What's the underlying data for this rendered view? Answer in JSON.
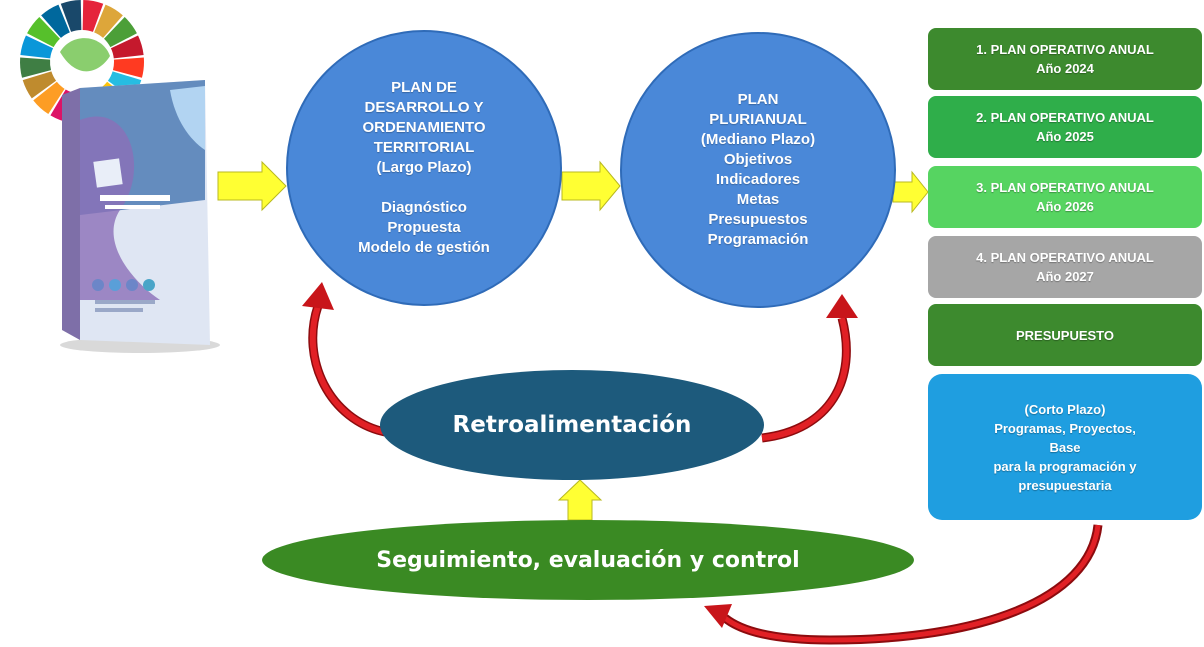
{
  "circle_left": {
    "lines": [
      "PLAN DE",
      "DESARROLLO Y",
      "ORDENAMIENTO",
      "TERRITORIAL",
      "(Largo Plazo)",
      "",
      "Diagnóstico",
      "Propuesta",
      "Modelo de gestión"
    ]
  },
  "circle_middle": {
    "lines": [
      "PLAN",
      "PLURIANUAL",
      "(Mediano Plazo)",
      "Objetivos",
      "Indicadores",
      "Metas",
      "Presupuestos",
      "Programación"
    ]
  },
  "right_boxes": [
    {
      "line1": "1. PLAN OPERATIVO ANUAL",
      "line2": "Año 2024",
      "color": "#3d8a2e"
    },
    {
      "line1": "2. PLAN OPERATIVO ANUAL",
      "line2": "Año 2025",
      "color": "#2fae4a"
    },
    {
      "line1": "3. PLAN OPERATIVO ANUAL",
      "line2": "Año 2026",
      "color": "#56d461"
    },
    {
      "line1": "4. PLAN OPERATIVO ANUAL",
      "line2": "Año 2027",
      "color": "#a6a6a6"
    }
  ],
  "presupuesto": {
    "label": "PRESUPUESTO",
    "color": "#3d8a2e"
  },
  "short_term": {
    "lines": [
      "(Corto Plazo)",
      "Programas, Proyectos,",
      "Base",
      "para la programación y",
      "presupuestaria"
    ],
    "color": "#1f9ee0"
  },
  "retro": {
    "label": "Retroalimentación",
    "color": "#1d5a7c"
  },
  "seguimiento": {
    "label": "Seguimiento, evaluación y control",
    "color": "#3a8a23"
  },
  "colors": {
    "arrow_yellow": "#ffff33",
    "arrow_red": "#d0161a",
    "circle_blue": "#4a88d8"
  },
  "icons": {
    "document": "document-cover-icon",
    "sdg_wheel": "sdg-wheel-icon"
  }
}
